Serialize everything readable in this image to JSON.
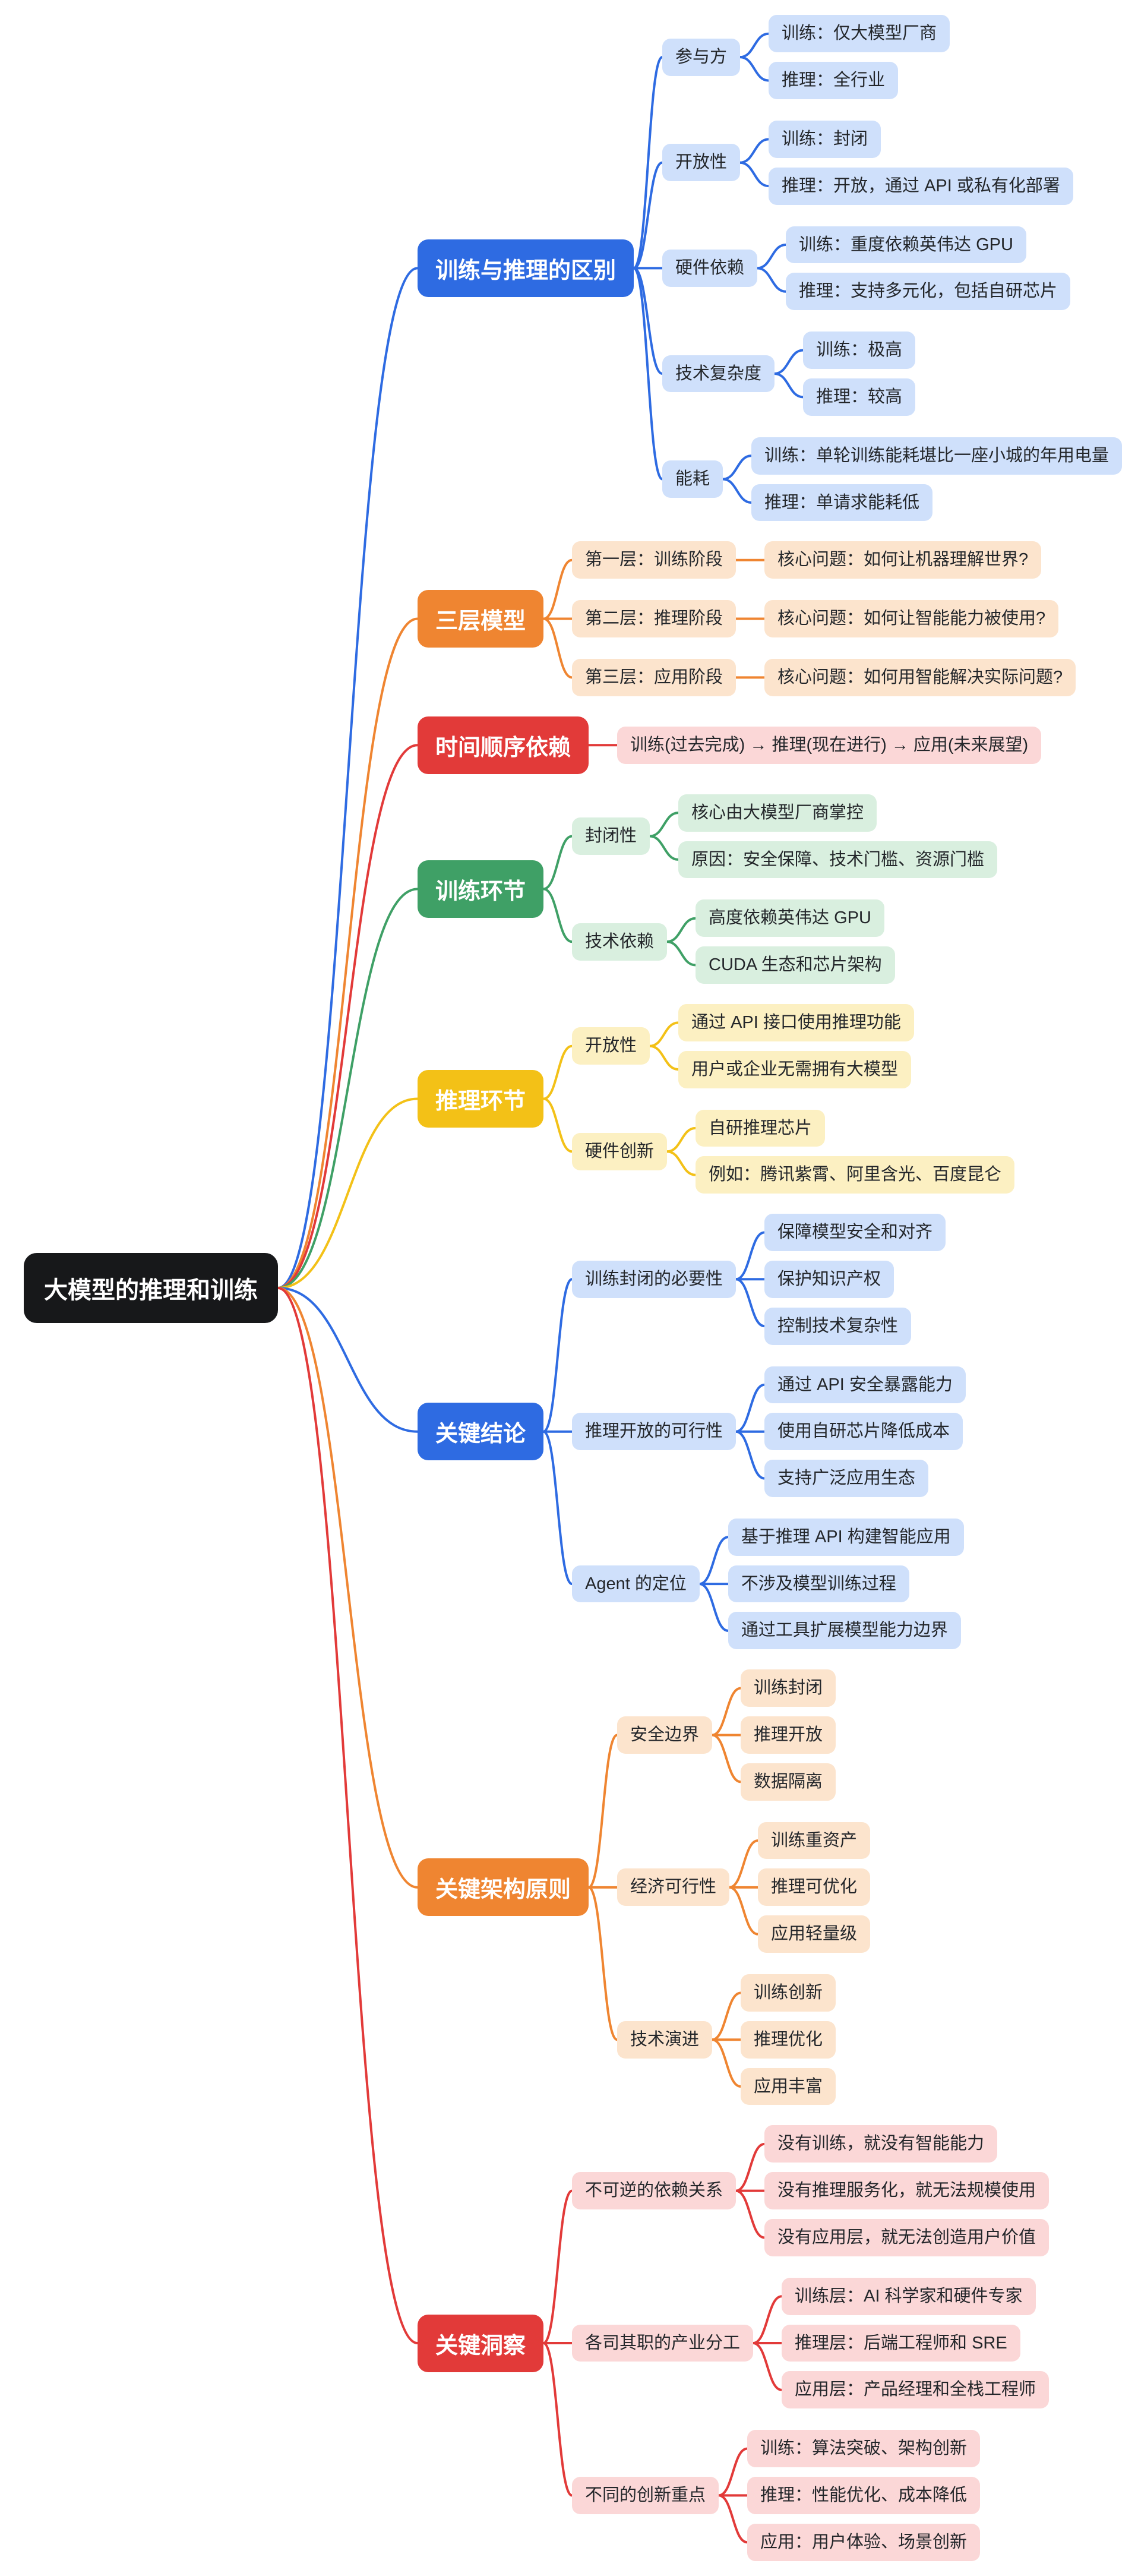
{
  "canvas": {
    "background": "#ffffff"
  },
  "root": {
    "label": "大模型的推理和训练",
    "color": "#17181a",
    "text_color": "#ffffff"
  },
  "branches": [
    {
      "label": "训练与推理的区别",
      "color": "#2e6be2",
      "tint": "#cfe0fb",
      "children": [
        {
          "label": "参与方",
          "children": [
            {
              "label": "训练：仅大模型厂商"
            },
            {
              "label": "推理：全行业"
            }
          ]
        },
        {
          "label": "开放性",
          "children": [
            {
              "label": "训练：封闭"
            },
            {
              "label": "推理：开放，通过 API 或私有化部署"
            }
          ]
        },
        {
          "label": "硬件依赖",
          "children": [
            {
              "label": "训练：重度依赖英伟达 GPU"
            },
            {
              "label": "推理：支持多元化，包括自研芯片"
            }
          ]
        },
        {
          "label": "技术复杂度",
          "children": [
            {
              "label": "训练：极高"
            },
            {
              "label": "推理：较高"
            }
          ]
        },
        {
          "label": "能耗",
          "children": [
            {
              "label": "训练：单轮训练能耗堪比一座小城的年用电量"
            },
            {
              "label": "推理：单请求能耗低"
            }
          ]
        }
      ]
    },
    {
      "label": "三层模型",
      "color": "#ef8531",
      "tint": "#fce4cd",
      "children": [
        {
          "label": "第一层：训练阶段",
          "children": [
            {
              "label": "核心问题：如何让机器理解世界?"
            }
          ]
        },
        {
          "label": "第二层：推理阶段",
          "children": [
            {
              "label": "核心问题：如何让智能能力被使用?"
            }
          ]
        },
        {
          "label": "第三层：应用阶段",
          "children": [
            {
              "label": "核心问题：如何用智能解决实际问题?"
            }
          ]
        }
      ]
    },
    {
      "label": "时间顺序依赖",
      "color": "#e23a39",
      "tint": "#fbd7d7",
      "children": [
        {
          "label": "训练(过去完成) → 推理(现在进行) → 应用(未来展望)"
        }
      ]
    },
    {
      "label": "训练环节",
      "color": "#3fa066",
      "tint": "#d9efdf",
      "children": [
        {
          "label": "封闭性",
          "children": [
            {
              "label": "核心由大模型厂商掌控"
            },
            {
              "label": "原因：安全保障、技术门槛、资源门槛"
            }
          ]
        },
        {
          "label": "技术依赖",
          "children": [
            {
              "label": "高度依赖英伟达 GPU"
            },
            {
              "label": "CUDA 生态和芯片架构"
            }
          ]
        }
      ]
    },
    {
      "label": "推理环节",
      "color": "#f3c117",
      "tint": "#fcf0c2",
      "children": [
        {
          "label": "开放性",
          "children": [
            {
              "label": "通过 API 接口使用推理功能"
            },
            {
              "label": "用户或企业无需拥有大模型"
            }
          ]
        },
        {
          "label": "硬件创新",
          "children": [
            {
              "label": "自研推理芯片"
            },
            {
              "label": "例如：腾讯紫霄、阿里含光、百度昆仑"
            }
          ]
        }
      ]
    },
    {
      "label": "关键结论",
      "color": "#2e6be2",
      "tint": "#cfe0fb",
      "children": [
        {
          "label": "训练封闭的必要性",
          "children": [
            {
              "label": "保障模型安全和对齐"
            },
            {
              "label": "保护知识产权"
            },
            {
              "label": "控制技术复杂性"
            }
          ]
        },
        {
          "label": "推理开放的可行性",
          "children": [
            {
              "label": "通过 API 安全暴露能力"
            },
            {
              "label": "使用自研芯片降低成本"
            },
            {
              "label": "支持广泛应用生态"
            }
          ]
        },
        {
          "label": "Agent 的定位",
          "children": [
            {
              "label": "基于推理 API 构建智能应用"
            },
            {
              "label": "不涉及模型训练过程"
            },
            {
              "label": "通过工具扩展模型能力边界"
            }
          ]
        }
      ]
    },
    {
      "label": "关键架构原则",
      "color": "#ef8531",
      "tint": "#fce4cd",
      "children": [
        {
          "label": "安全边界",
          "children": [
            {
              "label": "训练封闭"
            },
            {
              "label": "推理开放"
            },
            {
              "label": "数据隔离"
            }
          ]
        },
        {
          "label": "经济可行性",
          "children": [
            {
              "label": "训练重资产"
            },
            {
              "label": "推理可优化"
            },
            {
              "label": "应用轻量级"
            }
          ]
        },
        {
          "label": "技术演进",
          "children": [
            {
              "label": "训练创新"
            },
            {
              "label": "推理优化"
            },
            {
              "label": "应用丰富"
            }
          ]
        }
      ]
    },
    {
      "label": "关键洞察",
      "color": "#e23a39",
      "tint": "#fbd7d7",
      "children": [
        {
          "label": "不可逆的依赖关系",
          "children": [
            {
              "label": "没有训练，就没有智能能力"
            },
            {
              "label": "没有推理服务化，就无法规模使用"
            },
            {
              "label": "没有应用层，就无法创造用户价值"
            }
          ]
        },
        {
          "label": "各司其职的产业分工",
          "children": [
            {
              "label": "训练层：AI 科学家和硬件专家"
            },
            {
              "label": "推理层：后端工程师和 SRE"
            },
            {
              "label": "应用层：产品经理和全栈工程师"
            }
          ]
        },
        {
          "label": "不同的创新重点",
          "children": [
            {
              "label": "训练：算法突破、架构创新"
            },
            {
              "label": "推理：性能优化、成本降低"
            },
            {
              "label": "应用：用户体验、场景创新"
            }
          ]
        }
      ]
    }
  ]
}
